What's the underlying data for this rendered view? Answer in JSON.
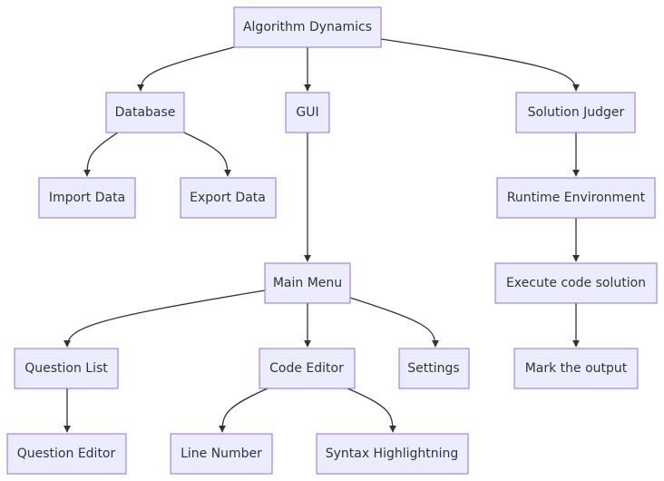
{
  "nodes": {
    "algorithm_dynamics": "Algorithm Dynamics",
    "database": "Database",
    "gui": "GUI",
    "solution_judger": "Solution Judger",
    "import_data": "Import Data",
    "export_data": "Export Data",
    "runtime_environment": "Runtime Environment",
    "main_menu": "Main Menu",
    "execute_code_solution": "Execute code solution",
    "question_list": "Question List",
    "code_editor": "Code Editor",
    "settings": "Settings",
    "mark_the_output": "Mark the output",
    "question_editor": "Question Editor",
    "line_number": "Line Number",
    "syntax_highlightning": "Syntax Highlightning"
  },
  "edges": [
    {
      "from": "algorithm_dynamics",
      "to": "database"
    },
    {
      "from": "algorithm_dynamics",
      "to": "gui"
    },
    {
      "from": "algorithm_dynamics",
      "to": "solution_judger"
    },
    {
      "from": "database",
      "to": "import_data"
    },
    {
      "from": "database",
      "to": "export_data"
    },
    {
      "from": "gui",
      "to": "main_menu"
    },
    {
      "from": "solution_judger",
      "to": "runtime_environment"
    },
    {
      "from": "runtime_environment",
      "to": "execute_code_solution"
    },
    {
      "from": "execute_code_solution",
      "to": "mark_the_output"
    },
    {
      "from": "main_menu",
      "to": "question_list"
    },
    {
      "from": "main_menu",
      "to": "code_editor"
    },
    {
      "from": "main_menu",
      "to": "settings"
    },
    {
      "from": "question_list",
      "to": "question_editor"
    },
    {
      "from": "code_editor",
      "to": "line_number"
    },
    {
      "from": "code_editor",
      "to": "syntax_highlightning"
    }
  ],
  "colors": {
    "node_fill": "#ececff",
    "node_stroke": "#9370db",
    "edge": "#333333",
    "text": "#333333"
  }
}
